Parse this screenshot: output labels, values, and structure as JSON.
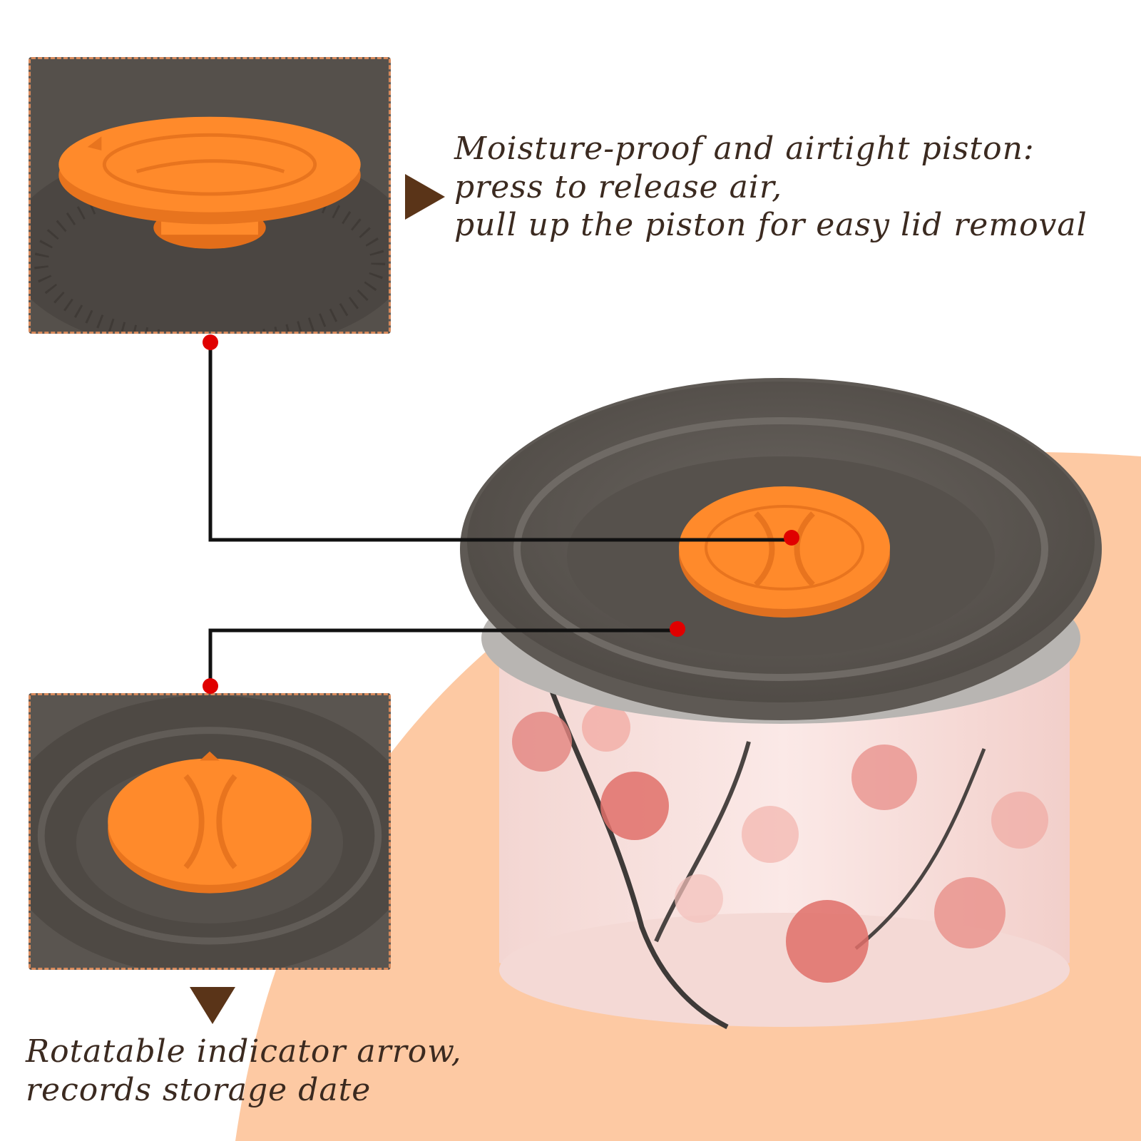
{
  "features": [
    {
      "lines": [
        "Moisture-proof and airtight piston:",
        "press to release air,",
        "pull up the piston for easy lid removal"
      ]
    },
    {
      "lines": [
        "Rotatable indicator arrow,",
        "records storage date"
      ]
    }
  ],
  "colors": {
    "accent_orange": "#ff8a2b",
    "lid_gray": "#5b5651",
    "background_peach": "#fdc9a3",
    "dot_red": "#e00000",
    "text_brown": "#3b2a20",
    "border_dashed": "#d88a5c"
  },
  "icons": [
    "triangle-right-icon",
    "triangle-down-icon"
  ]
}
